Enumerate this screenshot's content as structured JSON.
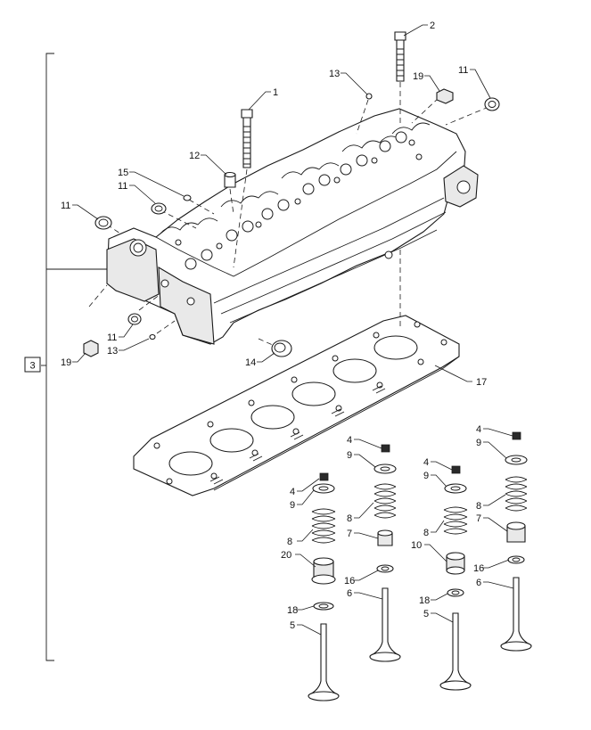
{
  "group_label": "3",
  "callouts": {
    "c1": "1",
    "c2": "2",
    "c4a": "4",
    "c4b": "4",
    "c4c": "4",
    "c4d": "4",
    "c5a": "5",
    "c5b": "5",
    "c6a": "6",
    "c6b": "6",
    "c7a": "7",
    "c7b": "7",
    "c8a": "8",
    "c8b": "8",
    "c8c": "8",
    "c8d": "8",
    "c9a": "9",
    "c9b": "9",
    "c9c": "9",
    "c9d": "9",
    "c10": "10",
    "c11a": "11",
    "c11b": "11",
    "c11c": "11",
    "c11d": "11",
    "c12": "12",
    "c13a": "13",
    "c13b": "13",
    "c14": "14",
    "c15": "15",
    "c16a": "16",
    "c16b": "16",
    "c17": "17",
    "c18a": "18",
    "c18b": "18",
    "c19a": "19",
    "c19b": "19",
    "c20": "20"
  }
}
